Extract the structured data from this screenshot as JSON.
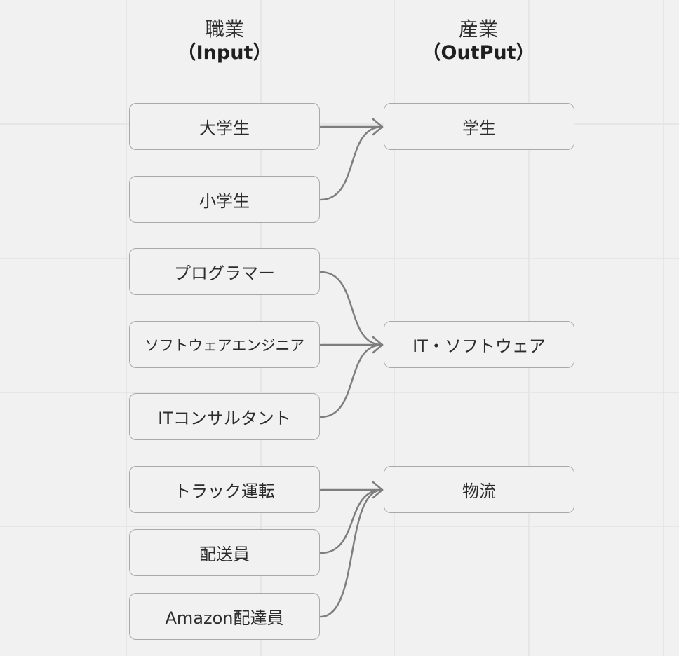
{
  "headers": {
    "input_title": "職業",
    "input_sub": "（Input）",
    "output_title": "産業",
    "output_sub": "（OutPut）"
  },
  "inputs": [
    "大学生",
    "小学生",
    "プログラマー",
    "ソフトウェアエンジニア",
    "ITコンサルタント",
    "トラック運転",
    "配送員",
    "Amazon配達員"
  ],
  "outputs": [
    "学生",
    "IT・ソフトウェア",
    "物流"
  ],
  "connections": [
    {
      "from": 0,
      "to": 0
    },
    {
      "from": 1,
      "to": 0
    },
    {
      "from": 2,
      "to": 1
    },
    {
      "from": 3,
      "to": 1
    },
    {
      "from": 4,
      "to": 1
    },
    {
      "from": 5,
      "to": 2
    },
    {
      "from": 6,
      "to": 2
    },
    {
      "from": 7,
      "to": 2
    }
  ],
  "colors": {
    "background": "#f1f1f1",
    "grid_line": "#e3e3e3",
    "node_border": "#a9a9a9",
    "connector": "#7e7e7e"
  }
}
